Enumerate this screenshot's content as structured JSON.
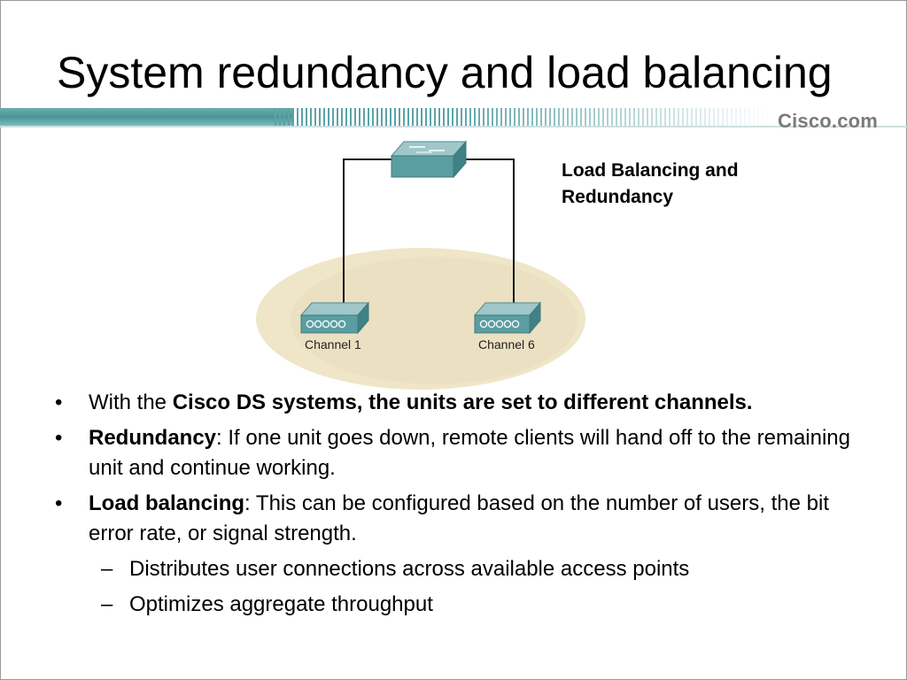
{
  "slide": {
    "title": "System redundancy and load balancing",
    "logo_text": "Cisco.com"
  },
  "diagram": {
    "caption_line1": "Load Balancing and",
    "caption_line2": "Redundancy",
    "nodes": [
      {
        "label": "Channel 1"
      },
      {
        "label": "Channel 6"
      }
    ]
  },
  "bullets": [
    {
      "plain_before": "With the ",
      "bold": "Cisco DS systems, the units are set to different channels.",
      "plain_after": ""
    },
    {
      "plain_before": "",
      "bold": "Redundancy",
      "plain_after": ": If one unit goes down, remote clients will hand off to the remaining unit and continue working."
    },
    {
      "plain_before": "",
      "bold": "Load balancing",
      "plain_after": ": This can be configured based on the number of users, the bit error rate, or signal strength."
    }
  ],
  "sub_bullets": [
    "Distributes user connections across available access points",
    "Optimizes aggregate throughput"
  ],
  "markers": {
    "bullet": "•",
    "dash": "–"
  },
  "colors": {
    "accent": "#4a9598",
    "device": "#5b9ea2",
    "zone": "#efe6c8",
    "zone_inner": "#e9dfc0"
  }
}
